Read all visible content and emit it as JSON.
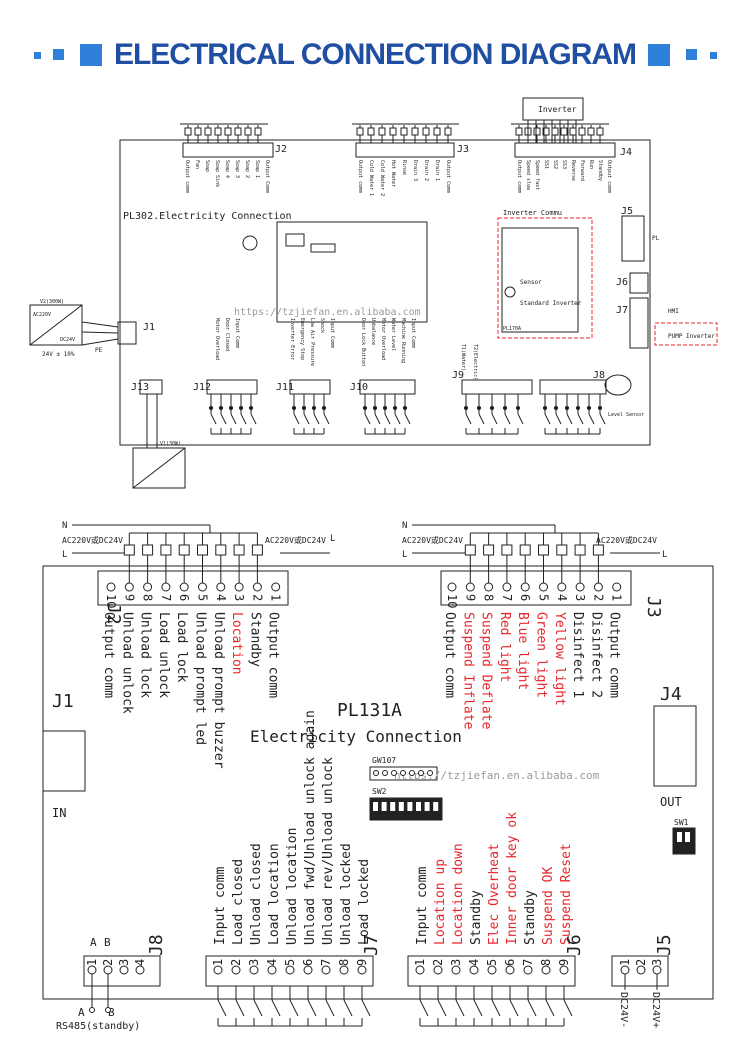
{
  "header": {
    "title": "ELECTRICAL CONNECTION DIAGRAM"
  },
  "colors": {
    "accent": "#2f80d8",
    "title": "#1f4ea3",
    "red_label": "#e8262d",
    "line": "#222222"
  },
  "diagram1": {
    "board_title": "PL302.Electricity Connection",
    "watermark": "https://tzjiefan.en.alibaba.com",
    "inverter_title": "Inverter",
    "inverter_commu": "Inverter Commu",
    "sensor": "Sensor",
    "standard_inverter": "Standard Inverter",
    "pl170a": "PL170A",
    "level_sensor": "Level Sensor",
    "hmi": "HMI",
    "pump_inverter": "PUMP Inverter",
    "pl": "PL",
    "ps_top": "V2(300W)",
    "ps_ac": "AC220V",
    "ps_dc24": "DC24V",
    "ps_tol": "24V ± 10%",
    "pe": "PE",
    "ps2_title": "V1(30W)",
    "connectors": [
      "J1",
      "J2",
      "J3",
      "J4",
      "J5",
      "J6",
      "J7",
      "J8",
      "J9",
      "J10",
      "J11",
      "J12",
      "J13"
    ],
    "j2_labels": [
      "Output comm",
      "Fan",
      "Soap",
      "Soap Sink",
      "Soap 4",
      "Soap 3",
      "Soap 2",
      "Soap 1",
      "Output Comm"
    ],
    "j3_labels": [
      "Output comm",
      "Cold Water 1",
      "Cold Water 2",
      "Hot Water",
      "Rinse",
      "Drain 3",
      "Drain 2",
      "Drain 1",
      "Output Comm"
    ],
    "j4_labels": [
      "Output comm",
      "Speed slow",
      "Speed fast",
      "SS1",
      "SS2",
      "SS3",
      "Reverse",
      "Forward",
      "Run",
      "Standby",
      "Output comm"
    ],
    "j10_labels": [
      "Door Lock Button",
      "Unbalance",
      "Motor Overload",
      "Water Level",
      "Machine Running",
      "Input Comm"
    ],
    "j11_labels": [
      "Inverter Error",
      "Emergency Stop",
      "Low Air Pressure",
      "Shock",
      "Input Comm"
    ],
    "j12_labels": [
      "Motor Overload",
      "Door Closed",
      "Input Comm"
    ],
    "j9_labels": [
      "T1(Water)",
      "T2(Electric)"
    ]
  },
  "diagram2": {
    "board_title": "PL131A",
    "subtitle": "Electricity Connection",
    "watermark": "https://tzjiefan.en.alibaba.com",
    "gw": "GW107",
    "sw2": "SW2",
    "sw1": "SW1",
    "in_label": "IN",
    "out_label": "OUT",
    "j1": "J1",
    "j4": "J4",
    "ac_left": "AC220V或DC24V",
    "ac_right": "AC220V或DC24V",
    "n": "N",
    "l": "L",
    "j2": {
      "name": "J2",
      "pins": [
        "10",
        "9",
        "8",
        "7",
        "6",
        "5",
        "4",
        "3",
        "2",
        "1"
      ],
      "labels": [
        {
          "t": "Output comm",
          "red": false
        },
        {
          "t": "Unload unlock",
          "red": false
        },
        {
          "t": "Unload lock",
          "red": false
        },
        {
          "t": "Load unlock",
          "red": false
        },
        {
          "t": "Load lock",
          "red": false
        },
        {
          "t": "Unload prompt led",
          "red": false
        },
        {
          "t": "Unload prompt buzzer",
          "red": false
        },
        {
          "t": "Location",
          "red": true
        },
        {
          "t": "Standby",
          "red": false
        },
        {
          "t": "Output comm",
          "red": false
        }
      ]
    },
    "j3": {
      "name": "J3",
      "pins": [
        "10",
        "9",
        "8",
        "7",
        "6",
        "5",
        "4",
        "3",
        "2",
        "1"
      ],
      "labels": [
        {
          "t": "Output comm",
          "red": false
        },
        {
          "t": "Suspend Inflate",
          "red": true
        },
        {
          "t": "Suspend Deflate",
          "red": true
        },
        {
          "t": "Red light",
          "red": true
        },
        {
          "t": "Blue light",
          "red": true
        },
        {
          "t": "Green light",
          "red": true
        },
        {
          "t": "Yellow light",
          "red": true
        },
        {
          "t": "Disinfect 1",
          "red": false
        },
        {
          "t": "Disinfect 2",
          "red": false
        },
        {
          "t": "Output comm",
          "red": false
        }
      ]
    },
    "j7": {
      "name": "J7",
      "pins": [
        "1",
        "2",
        "3",
        "4",
        "5",
        "6",
        "7",
        "8",
        "9"
      ],
      "labels": [
        {
          "t": "Input comm",
          "red": false
        },
        {
          "t": "Load closed",
          "red": false
        },
        {
          "t": "Unload closed",
          "red": false
        },
        {
          "t": "Load location",
          "red": false
        },
        {
          "t": "Unload location",
          "red": false
        },
        {
          "t": "Unload fwd/Unload unlock again",
          "red": false
        },
        {
          "t": "Unload rev/Unload unlock",
          "red": false
        },
        {
          "t": "Unload locked",
          "red": false
        },
        {
          "t": "Load locked",
          "red": false
        }
      ]
    },
    "j6": {
      "name": "J6",
      "pins": [
        "1",
        "2",
        "3",
        "4",
        "5",
        "6",
        "7",
        "8",
        "9"
      ],
      "labels": [
        {
          "t": "Input comm",
          "red": false
        },
        {
          "t": "Location up",
          "red": true
        },
        {
          "t": "Location down",
          "red": true
        },
        {
          "t": "Standby",
          "red": false
        },
        {
          "t": "Elec Overheat",
          "red": true
        },
        {
          "t": "Inner door key ok",
          "red": true
        },
        {
          "t": "Standby",
          "red": false
        },
        {
          "t": "Suspend OK",
          "red": true
        },
        {
          "t": "Suspend Reset",
          "red": true
        }
      ]
    },
    "j8": {
      "name": "J8",
      "top": [
        "A",
        "B"
      ],
      "pins": [
        "1",
        "2",
        "3",
        "4"
      ],
      "a": "A",
      "b": "B",
      "rs485": "RS485(standby)"
    },
    "j5": {
      "name": "J5",
      "pins": [
        "1",
        "2",
        "3"
      ],
      "minus": "DC24V-",
      "plus": "DC24V+"
    }
  }
}
